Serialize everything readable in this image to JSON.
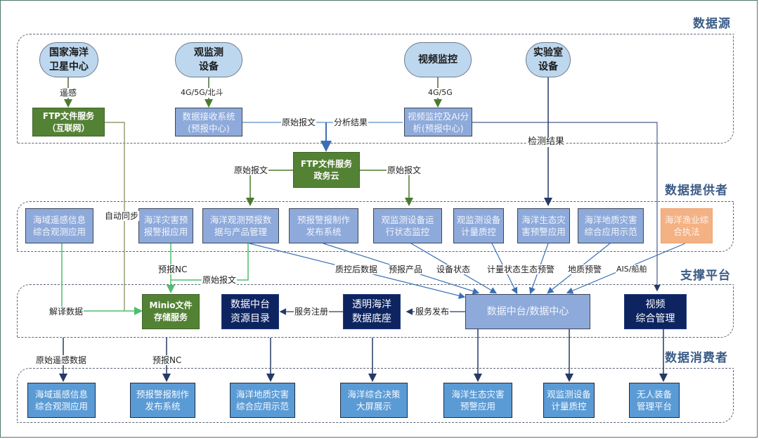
{
  "zones": {
    "data_source": "数据源",
    "data_provider": "数据提供者",
    "support_platform": "支撑平台",
    "data_consumer": "数据消费者"
  },
  "sources": [
    {
      "id": "satellite",
      "label": "国家海洋\n卫星中心"
    },
    {
      "id": "monitor_device",
      "label": "观监测\n设备"
    },
    {
      "id": "video",
      "label": "视频监控"
    },
    {
      "id": "lab",
      "label": "实验室\n设备"
    }
  ],
  "source_systems": [
    {
      "id": "ftp_internet",
      "label": "FTP文件服务\n（互联网）"
    },
    {
      "id": "data_receive",
      "label": "数据接收系统\n(预报中心)"
    },
    {
      "id": "video_ai",
      "label": "视频监控及AI分\n析(预报中心)"
    }
  ],
  "ftp_gov": "FTP文件服务\n政务云",
  "providers": [
    {
      "id": "p1",
      "label": "海域遥感信息\n综合观测应用"
    },
    {
      "id": "p2",
      "label": "海洋灾害预\n报警报应用"
    },
    {
      "id": "p3",
      "label": "海洋观测预报数\n据与产品管理"
    },
    {
      "id": "p4",
      "label": "预报警报制作\n发布系统"
    },
    {
      "id": "p5",
      "label": "观监测设备运\n行状态监控"
    },
    {
      "id": "p6",
      "label": "观监测设备\n计量质控"
    },
    {
      "id": "p7",
      "label": "海洋生态灾\n害预警应用"
    },
    {
      "id": "p8",
      "label": "海洋地质灾害\n综合应用示范"
    },
    {
      "id": "p9",
      "label": "海洋渔业综\n合执法"
    }
  ],
  "platform": {
    "minio": "Minio文件\n存储服务",
    "catalog": "数据中台\n资源目录",
    "ocean_base": "透明海洋\n数据底座",
    "data_center": "数据中台/数据中心",
    "video_mgmt": "视频\n综合管理"
  },
  "consumers": [
    {
      "id": "c1",
      "label": "海域遥感信息\n综合观测应用"
    },
    {
      "id": "c2",
      "label": "预报警报制作\n发布系统"
    },
    {
      "id": "c3",
      "label": "海洋地质灾害\n综合应用示范"
    },
    {
      "id": "c4",
      "label": "海洋综合决策\n大屏展示"
    },
    {
      "id": "c5",
      "label": "海洋生态灾害\n预警应用"
    },
    {
      "id": "c6",
      "label": "观监测设备\n计量质控"
    },
    {
      "id": "c7",
      "label": "无人装备\n管理平台"
    }
  ],
  "edge_labels": {
    "remote_sensing": "遥感",
    "net_4g5g_beidou": "4G/5G/北斗",
    "net_4g5g": "4G/5G",
    "raw_message_top": "原始报文",
    "analysis_result": "分析结果",
    "detection_result": "检测结果",
    "raw_message_left": "原始报文",
    "raw_message_right": "原始报文",
    "auto_sync": "自动同步",
    "forecast_nc": "预报NC",
    "raw_message_minio": "原始报文",
    "decoded_data": "解译数据",
    "qc_data": "质控后数据",
    "forecast_product": "预报产品",
    "device_status": "设备状态",
    "metering_status": "计量状态",
    "eco_warning": "生态预警",
    "geo_warning": "地质预警",
    "ais_ship": "AIS/船舶",
    "service_register": "服务注册",
    "service_publish": "服务发布",
    "raw_rs_data": "原始遥感数据",
    "forecast_nc_out": "预报NC"
  },
  "colors": {
    "source_oval": "#bdd7ee",
    "green_service": "#548235",
    "provider_blue": "#8eaadb",
    "orange": "#f4b183",
    "navy": "#0d2461",
    "consumer_blue": "#5b9bd5",
    "zone_title": "#3b5b86"
  }
}
